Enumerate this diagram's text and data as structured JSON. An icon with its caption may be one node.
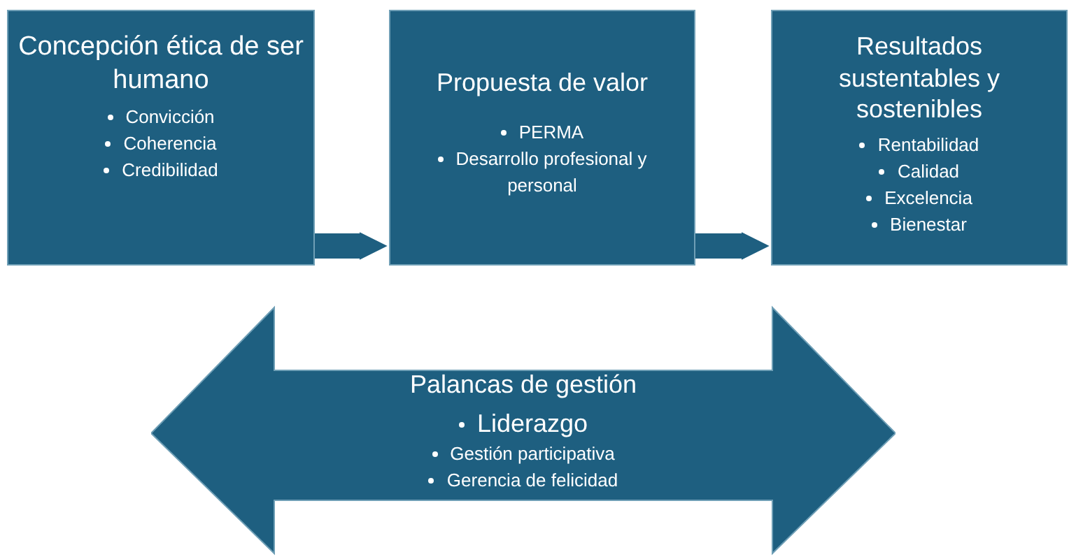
{
  "diagram": {
    "nodes": [
      {
        "text": [
          "Concepción ética de ser humano",
          "Convicción",
          "Coherencia",
          "Credibilidad"
        ]
      },
      {
        "text": [
          "Propuesta de valor",
          "PERMA",
          "Desarrollo profesional y personal"
        ]
      },
      {
        "text": [
          "Resultados sustentables y sostenibles",
          "Rentabilidad",
          "Calidad",
          "Excelencia",
          "Bienestar"
        ]
      },
      {
        "text": [
          "Palancas de gestión",
          "Liderazgo",
          "Gestión participativa",
          "Gerencia de felicidad"
        ]
      }
    ],
    "edges": [
      {
        "from": 0,
        "to": 1,
        "arrow": "to"
      },
      {
        "from": 1,
        "to": 2,
        "arrow": "to"
      }
    ]
  }
}
